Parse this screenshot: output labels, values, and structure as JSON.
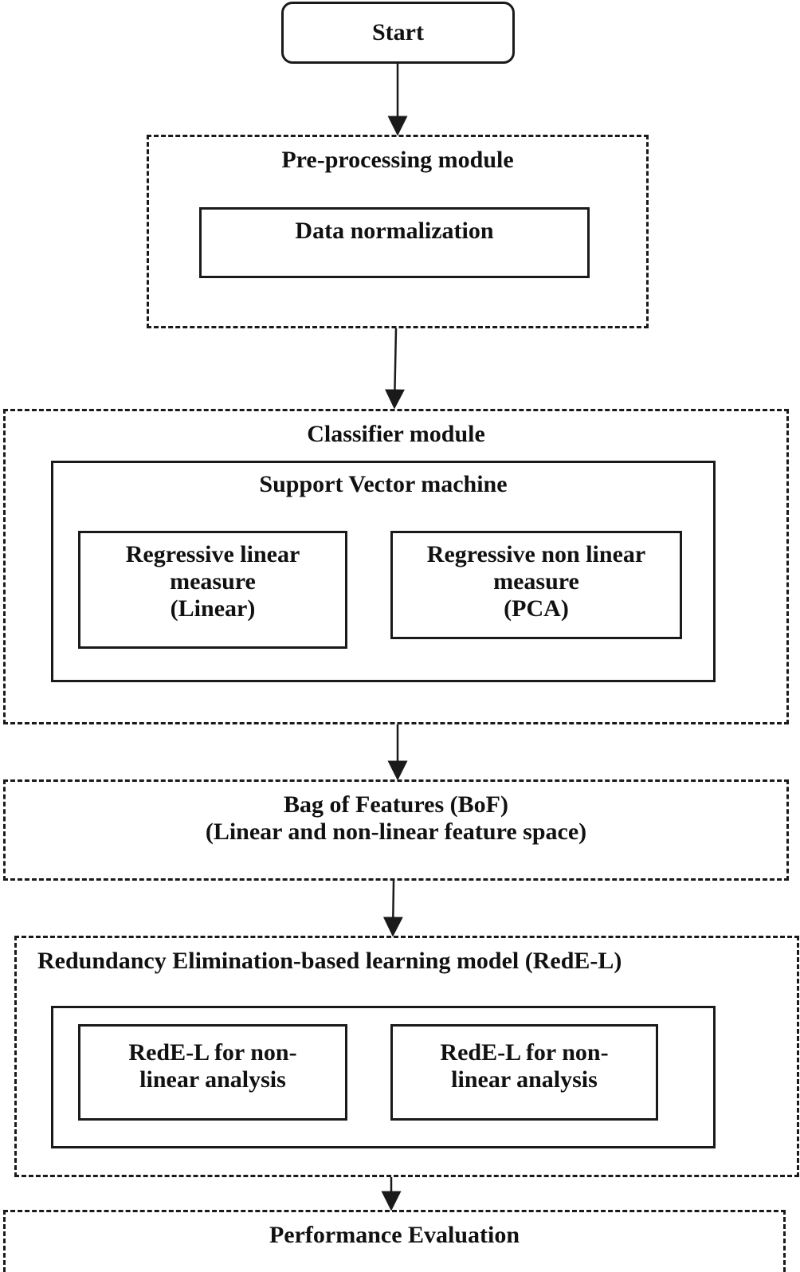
{
  "start": {
    "label": "Start"
  },
  "preprocessing": {
    "title": "Pre-processing module",
    "data_normalization": "Data normalization"
  },
  "classifier": {
    "title": "Classifier module",
    "svm": {
      "title": "Support Vector machine",
      "linear": "Regressive linear\nmeasure\n(Linear)",
      "nonlinear": "Regressive non linear\nmeasure\n(PCA)"
    }
  },
  "bof": {
    "label": "Bag of Features (BoF)\n(Linear and non-linear feature space)"
  },
  "redel": {
    "title": "Redundancy Elimination-based learning model (RedE-L)",
    "left": "RedE-L for non-\nlinear analysis",
    "right": "RedE-L for non-\nlinear analysis"
  },
  "performance": {
    "label": "Performance Evaluation"
  }
}
